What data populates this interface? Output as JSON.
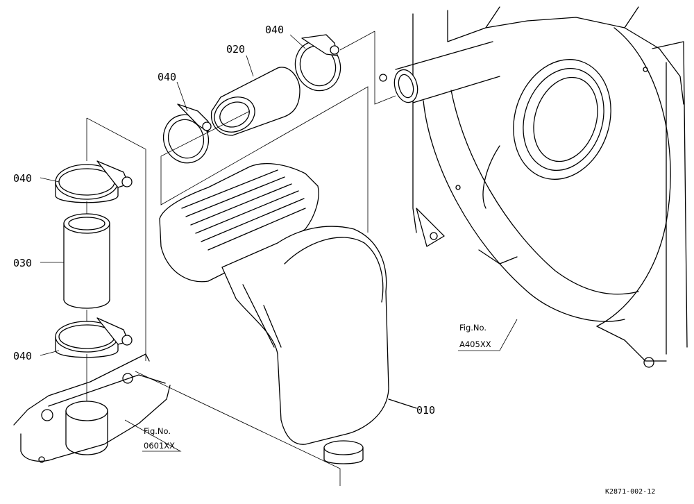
{
  "diagram": {
    "labels": {
      "p010": "010",
      "p020": "020",
      "p030": "030",
      "p040_a": "040",
      "p040_b": "040",
      "p040_c": "040",
      "p040_d": "040"
    },
    "refs": {
      "fig_a_line1": "Fig.No.",
      "fig_a_line2": "A405XX",
      "fig_b_line1": "Fig.No.",
      "fig_b_line2": "0601XX"
    },
    "drawing_code": "K2871-002-12"
  }
}
